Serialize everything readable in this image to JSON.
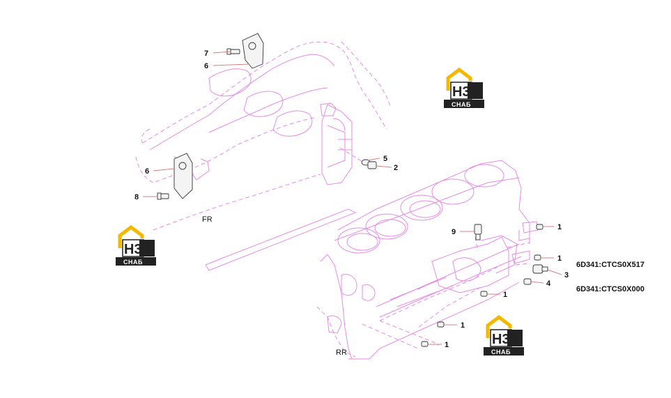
{
  "callouts": [
    {
      "id": "c7",
      "label": "7"
    },
    {
      "id": "c6a",
      "label": "6"
    },
    {
      "id": "c5",
      "label": "5"
    },
    {
      "id": "c2",
      "label": "2"
    },
    {
      "id": "c6b",
      "label": "6"
    },
    {
      "id": "c8",
      "label": "8"
    },
    {
      "id": "c9",
      "label": "9"
    },
    {
      "id": "c1a",
      "label": "1"
    },
    {
      "id": "c1b",
      "label": "1"
    },
    {
      "id": "c3",
      "label": "3"
    },
    {
      "id": "c4",
      "label": "4"
    },
    {
      "id": "c1c",
      "label": "1"
    },
    {
      "id": "c1d",
      "label": "1"
    },
    {
      "id": "c1e",
      "label": "1"
    }
  ],
  "orientation": {
    "front": "FR",
    "rear": "RR"
  },
  "model_codes": [
    "6D341:CTCS0X517",
    "6D341:CTCS0X000"
  ],
  "watermark": {
    "top_text": "Н3",
    "bottom_text": "СНАБ",
    "accent_color": "#f5b800",
    "box_color": "#222222"
  },
  "colors": {
    "engine_outline": "#e68ae6",
    "leader_line": "#d98080"
  }
}
